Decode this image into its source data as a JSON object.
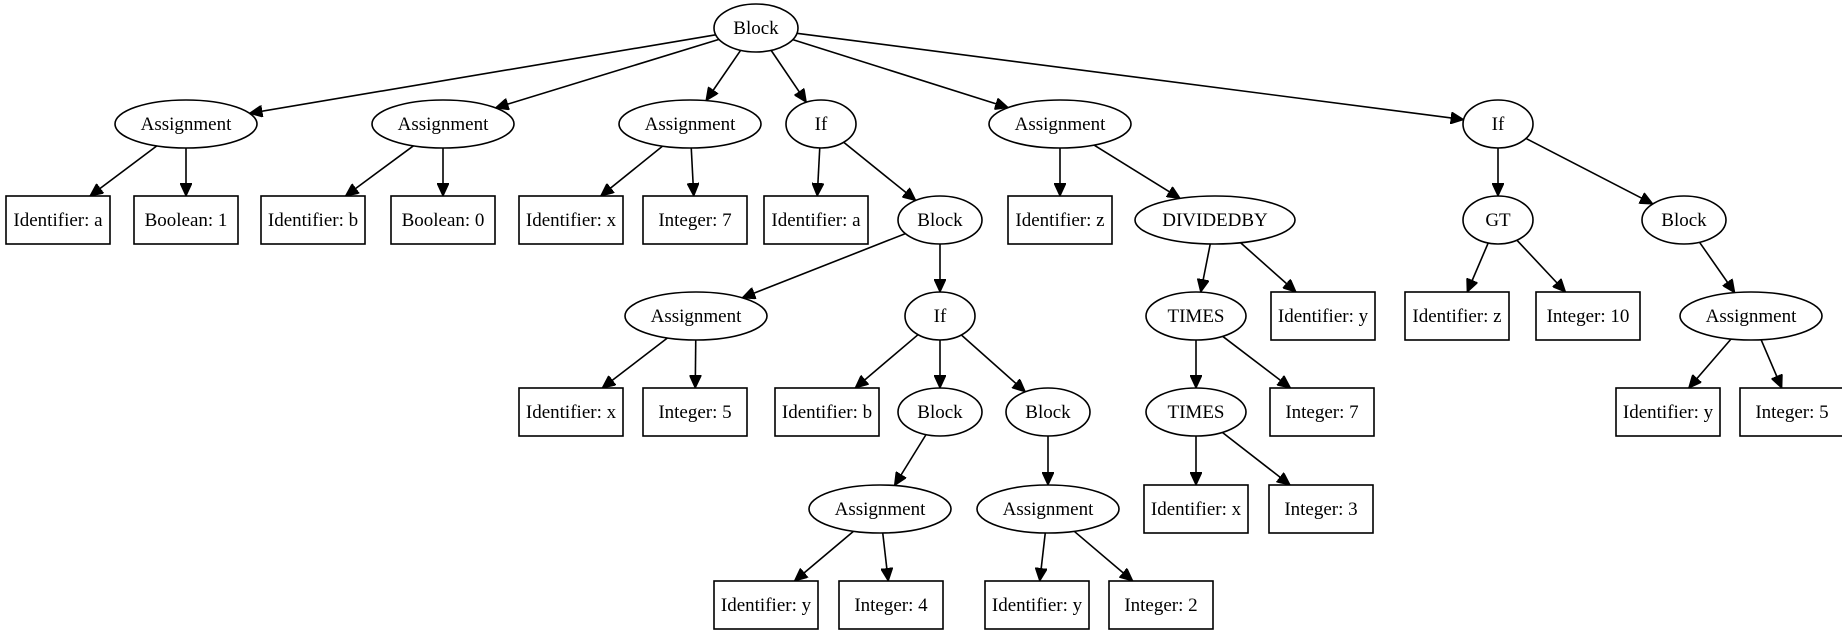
{
  "tree": {
    "nodes": [
      {
        "id": "n0",
        "shape": "ellipse",
        "label": "Block"
      },
      {
        "id": "n1",
        "shape": "ellipse",
        "label": "Assignment"
      },
      {
        "id": "n2",
        "shape": "box",
        "label": "Identifier: a"
      },
      {
        "id": "n3",
        "shape": "box",
        "label": "Boolean: 1"
      },
      {
        "id": "n4",
        "shape": "ellipse",
        "label": "Assignment"
      },
      {
        "id": "n5",
        "shape": "box",
        "label": "Identifier: b"
      },
      {
        "id": "n6",
        "shape": "box",
        "label": "Boolean: 0"
      },
      {
        "id": "n7",
        "shape": "ellipse",
        "label": "Assignment"
      },
      {
        "id": "n8",
        "shape": "box",
        "label": "Identifier: x"
      },
      {
        "id": "n9",
        "shape": "box",
        "label": "Integer: 7"
      },
      {
        "id": "n10",
        "shape": "ellipse",
        "label": "If"
      },
      {
        "id": "n11",
        "shape": "box",
        "label": "Identifier: a"
      },
      {
        "id": "n12",
        "shape": "ellipse",
        "label": "Block"
      },
      {
        "id": "n13",
        "shape": "ellipse",
        "label": "Assignment"
      },
      {
        "id": "n14",
        "shape": "box",
        "label": "Identifier: x"
      },
      {
        "id": "n15",
        "shape": "box",
        "label": "Integer: 5"
      },
      {
        "id": "n16",
        "shape": "ellipse",
        "label": "If"
      },
      {
        "id": "n17",
        "shape": "box",
        "label": "Identifier: b"
      },
      {
        "id": "n18",
        "shape": "ellipse",
        "label": "Block"
      },
      {
        "id": "n19",
        "shape": "ellipse",
        "label": "Assignment"
      },
      {
        "id": "n20",
        "shape": "box",
        "label": "Identifier: y"
      },
      {
        "id": "n21",
        "shape": "box",
        "label": "Integer: 4"
      },
      {
        "id": "n22",
        "shape": "ellipse",
        "label": "Block"
      },
      {
        "id": "n23",
        "shape": "ellipse",
        "label": "Assignment"
      },
      {
        "id": "n24",
        "shape": "box",
        "label": "Identifier: y"
      },
      {
        "id": "n25",
        "shape": "box",
        "label": "Integer: 2"
      },
      {
        "id": "n26",
        "shape": "ellipse",
        "label": "Assignment"
      },
      {
        "id": "n27",
        "shape": "box",
        "label": "Identifier: z"
      },
      {
        "id": "n28",
        "shape": "ellipse",
        "label": "DIVIDEDBY"
      },
      {
        "id": "n29",
        "shape": "ellipse",
        "label": "TIMES"
      },
      {
        "id": "n30",
        "shape": "ellipse",
        "label": "TIMES"
      },
      {
        "id": "n31",
        "shape": "box",
        "label": "Identifier: x"
      },
      {
        "id": "n32",
        "shape": "box",
        "label": "Integer: 3"
      },
      {
        "id": "n33",
        "shape": "box",
        "label": "Integer: 7"
      },
      {
        "id": "n34",
        "shape": "box",
        "label": "Identifier: y"
      },
      {
        "id": "n35",
        "shape": "ellipse",
        "label": "If"
      },
      {
        "id": "n36",
        "shape": "ellipse",
        "label": "GT"
      },
      {
        "id": "n37",
        "shape": "box",
        "label": "Identifier: z"
      },
      {
        "id": "n38",
        "shape": "box",
        "label": "Integer: 10"
      },
      {
        "id": "n39",
        "shape": "ellipse",
        "label": "Block"
      },
      {
        "id": "n40",
        "shape": "ellipse",
        "label": "Assignment"
      },
      {
        "id": "n41",
        "shape": "box",
        "label": "Identifier: y"
      },
      {
        "id": "n42",
        "shape": "box",
        "label": "Integer: 5"
      }
    ],
    "edges": [
      [
        "n0",
        "n1"
      ],
      [
        "n0",
        "n4"
      ],
      [
        "n0",
        "n7"
      ],
      [
        "n0",
        "n10"
      ],
      [
        "n0",
        "n26"
      ],
      [
        "n0",
        "n35"
      ],
      [
        "n1",
        "n2"
      ],
      [
        "n1",
        "n3"
      ],
      [
        "n4",
        "n5"
      ],
      [
        "n4",
        "n6"
      ],
      [
        "n7",
        "n8"
      ],
      [
        "n7",
        "n9"
      ],
      [
        "n10",
        "n11"
      ],
      [
        "n10",
        "n12"
      ],
      [
        "n12",
        "n13"
      ],
      [
        "n12",
        "n16"
      ],
      [
        "n13",
        "n14"
      ],
      [
        "n13",
        "n15"
      ],
      [
        "n16",
        "n17"
      ],
      [
        "n16",
        "n18"
      ],
      [
        "n16",
        "n22"
      ],
      [
        "n18",
        "n19"
      ],
      [
        "n19",
        "n20"
      ],
      [
        "n19",
        "n21"
      ],
      [
        "n22",
        "n23"
      ],
      [
        "n23",
        "n24"
      ],
      [
        "n23",
        "n25"
      ],
      [
        "n26",
        "n27"
      ],
      [
        "n26",
        "n28"
      ],
      [
        "n28",
        "n29"
      ],
      [
        "n28",
        "n34"
      ],
      [
        "n29",
        "n30"
      ],
      [
        "n29",
        "n33"
      ],
      [
        "n30",
        "n31"
      ],
      [
        "n30",
        "n32"
      ],
      [
        "n35",
        "n36"
      ],
      [
        "n35",
        "n39"
      ],
      [
        "n36",
        "n37"
      ],
      [
        "n36",
        "n38"
      ],
      [
        "n39",
        "n40"
      ],
      [
        "n40",
        "n41"
      ],
      [
        "n40",
        "n42"
      ]
    ]
  }
}
